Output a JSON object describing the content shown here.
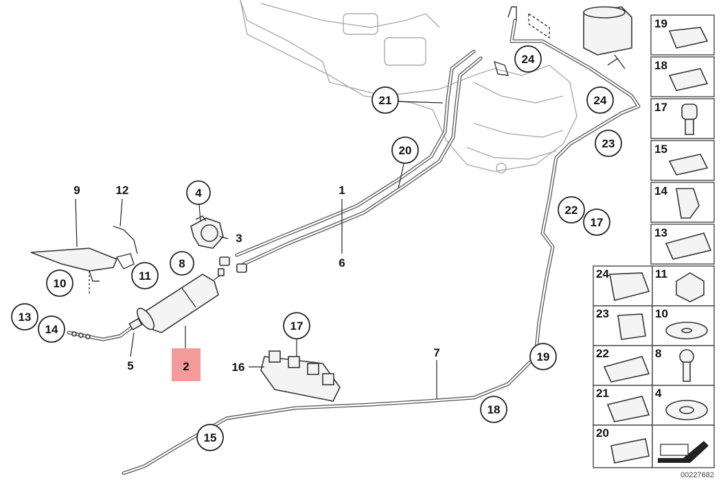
{
  "diagram": {
    "doc_number": "00227682",
    "highlighted_part": "2",
    "highlight_color": "#f39a9a",
    "callouts": {
      "c1": "1",
      "c2": "2",
      "c3": "3",
      "c4": "4",
      "c5": "5",
      "c6": "6",
      "c7": "7",
      "c8": "8",
      "c9": "9",
      "c10": "10",
      "c11": "11",
      "c12": "12",
      "c13": "13",
      "c14": "14",
      "c15": "15",
      "c16": "16",
      "c17a": "17",
      "c17b": "17",
      "c18": "18",
      "c19": "19",
      "c20": "20",
      "c21": "21",
      "c22": "22",
      "c23": "23",
      "c24a": "24",
      "c24b": "24"
    },
    "sidebar_right": [
      "19",
      "18",
      "17",
      "15",
      "14",
      "13"
    ],
    "sidebar_grid": [
      [
        "24",
        "11"
      ],
      [
        "23",
        "10"
      ],
      [
        "22",
        "8"
      ],
      [
        "21",
        "4"
      ],
      [
        "20",
        ""
      ]
    ]
  }
}
